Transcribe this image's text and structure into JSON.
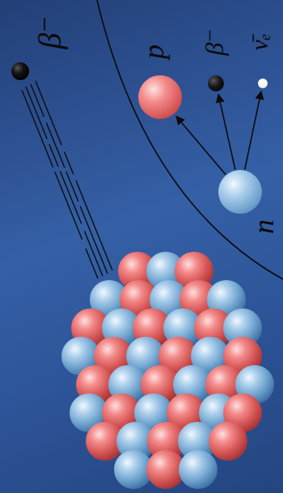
{
  "diagram": {
    "nodes": [
      {
        "text": [
          "p"
        ]
      },
      {
        "text": [
          "β⁻"
        ]
      },
      {
        "text": [
          "ν̄ₑ"
        ]
      },
      {
        "text": [
          "n"
        ]
      }
    ],
    "edges": [
      {
        "from": 3,
        "to": 0,
        "arrow": "to"
      },
      {
        "from": 3,
        "to": 1,
        "arrow": "to"
      },
      {
        "from": 3,
        "to": 2,
        "arrow": "to"
      }
    ],
    "labels": [
      "β⁻"
    ]
  }
}
